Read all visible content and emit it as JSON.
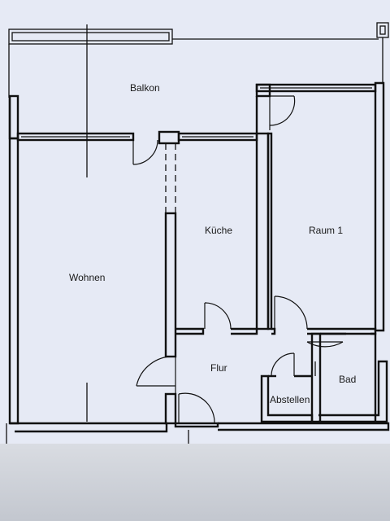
{
  "floorplan": {
    "rooms": {
      "balkon": "Balkon",
      "kueche": "Küche",
      "raum1": "Raum 1",
      "wohnen": "Wohnen",
      "flur": "Flur",
      "abstellen": "Abstellen",
      "bad": "Bad"
    },
    "colors": {
      "paper": "#e6eaf5",
      "ink": "#111111",
      "background": "#c9ccd3"
    }
  }
}
